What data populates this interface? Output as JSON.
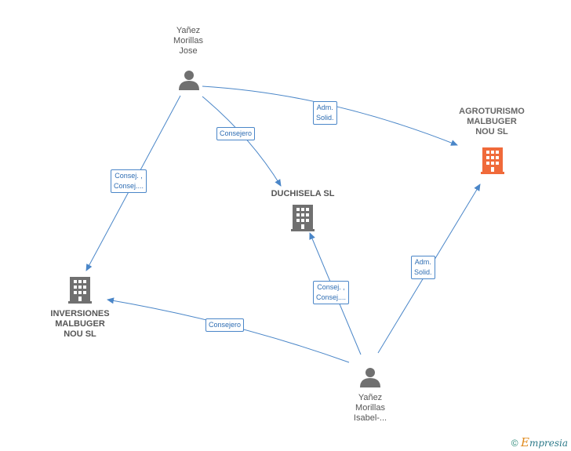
{
  "nodes": {
    "jose": {
      "label": "Yañez\nMorillas\nJose",
      "kind": "person"
    },
    "isabel": {
      "label": "Yañez\nMorillas\nIsabel-...",
      "kind": "person"
    },
    "agroturismo": {
      "label": "AGROTURISMO\nMALBUGER\nNOU  SL",
      "kind": "company-highlight"
    },
    "duchisela": {
      "label": "DUCHISELA SL",
      "kind": "company"
    },
    "inversiones": {
      "label": "INVERSIONES\nMALBUGER\nNOU  SL",
      "kind": "company"
    }
  },
  "edges": {
    "jose_agro": "Adm.\nSolid.",
    "jose_duch": "Consejero",
    "jose_inv": "Consej. ,\nConsej....",
    "isa_duch": "Consej. ,\nConsej....",
    "isa_agro": "Adm.\nSolid.",
    "isa_inv": "Consejero"
  },
  "colors": {
    "edge": "#4a86c8",
    "icon": "#707070",
    "highlight": "#f06a3a"
  },
  "footer": {
    "copyright": "©",
    "brand_initial": "E",
    "brand_rest": "mpresia"
  }
}
